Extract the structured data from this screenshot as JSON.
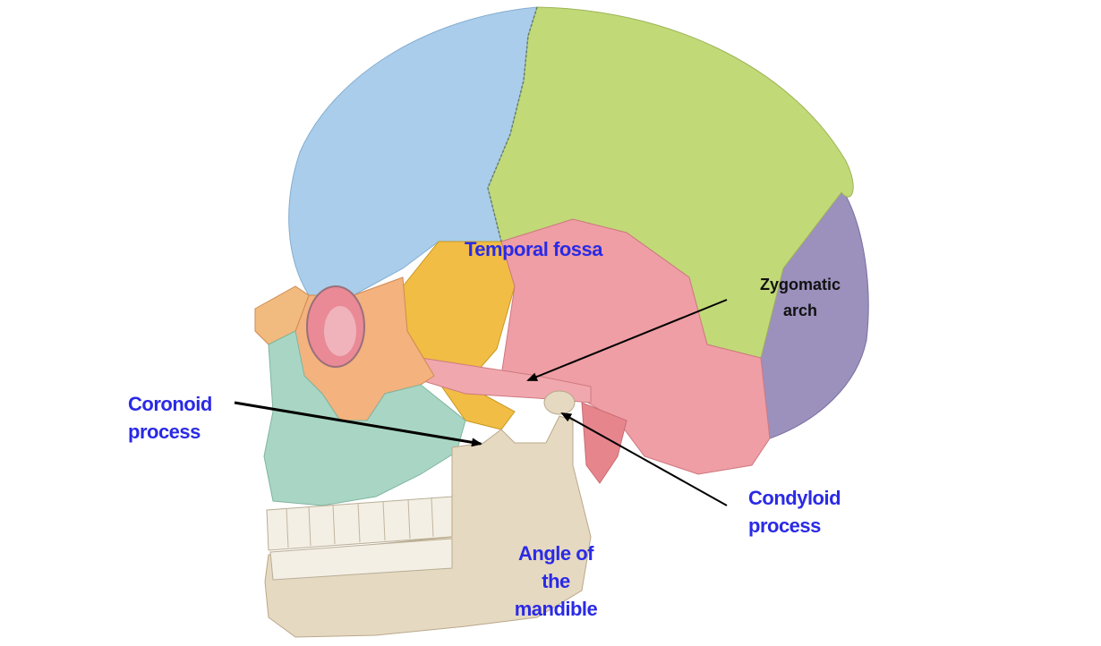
{
  "colors": {
    "label_blue": "#2a2ae6",
    "label_black": "#111111",
    "frontal": "#a9cdea",
    "parietal": "#c2d978",
    "occipital": "#9c90bd",
    "temporal": "#ee9ea4",
    "sphenoid": "#f1bd45",
    "zygomatic": "#f3b27e",
    "maxilla": "#a9d6c4",
    "mandible": "#e6d9c2",
    "nasal": "#f1bb7f"
  },
  "labels": {
    "temporal_fossa": "Temporal fossa",
    "zygomatic_arch": [
      "Zygomatic",
      "arch"
    ],
    "coronoid_process": [
      "Coronoid",
      "process"
    ],
    "condyloid_process": [
      "Condyloid",
      "process"
    ],
    "angle_of_mandible": [
      "Angle of",
      "the",
      "mandible"
    ]
  }
}
